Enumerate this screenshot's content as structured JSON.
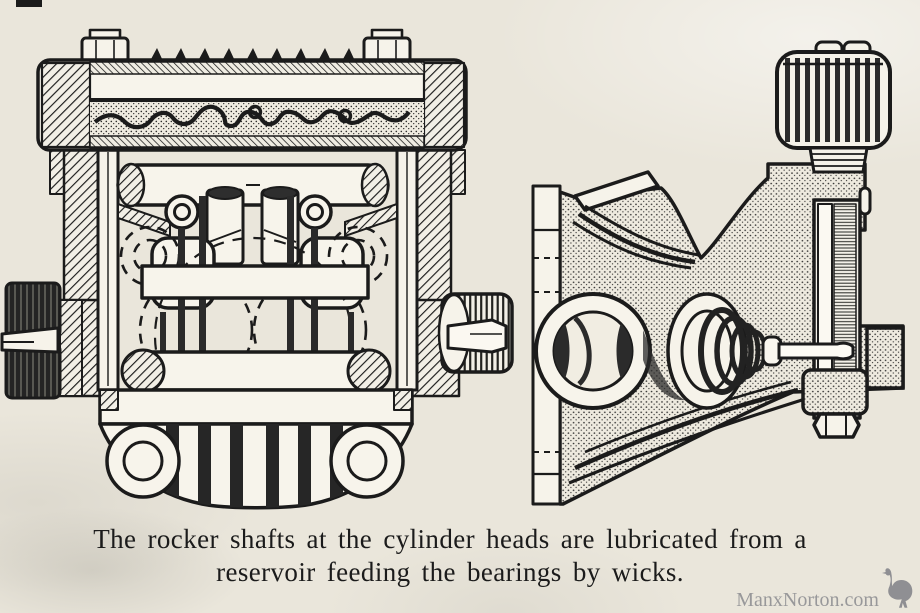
{
  "caption": {
    "line1": "The rocker shafts at the cylinder heads are lubricated from a",
    "line2": "reservoir feeding the bearings by wicks."
  },
  "watermark": {
    "text": "ManxNorton.com"
  },
  "icons": {
    "watermark_bird": "emu-bird"
  },
  "colors": {
    "paper": "#eae6db",
    "ink": "#1b1b1b",
    "watermark_gray": "#98989a"
  }
}
